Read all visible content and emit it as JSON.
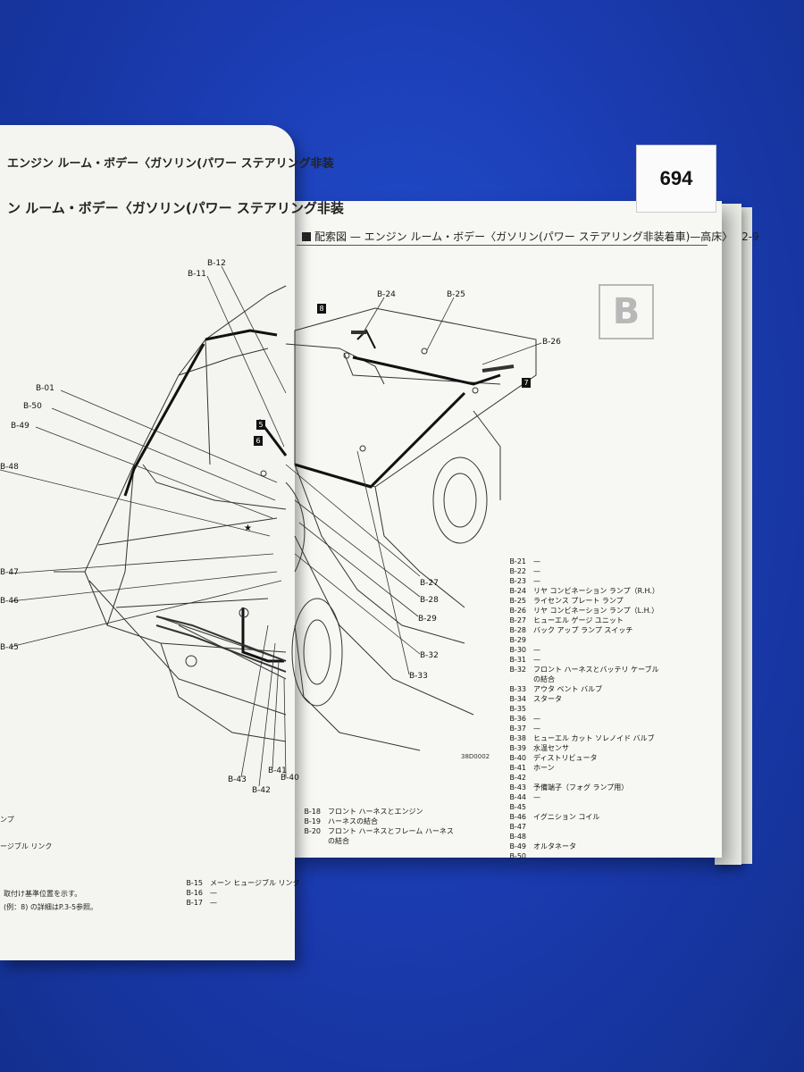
{
  "tag_number": "694",
  "left_page": {
    "header_top": "エンジン ルーム・ボデー〈ガソリン(パワー ステアリング非装",
    "header_sub": "ン ルーム・ボデー〈ガソリン(パワー ステアリング非装",
    "callouts": [
      "B-12",
      "B-11",
      "B-01",
      "B-50",
      "B-49",
      "B-48",
      "B-47",
      "B-46",
      "B-45",
      "B-43",
      "B-42",
      "B-41",
      "B-40"
    ],
    "bottom_legend": [
      {
        "code": "B-15",
        "desc": "メーン ヒュージブル リンク"
      },
      {
        "code": "B-16",
        "desc": "—"
      },
      {
        "code": "B-17",
        "desc": "—"
      }
    ],
    "notes": [
      "ージブル リンク",
      "取付け基準位置を示す。",
      "(例：8) の詳細はP.3-5参照。",
      "ンプ"
    ]
  },
  "right_page": {
    "header": "配索図 — エンジン ルーム・ボデー〈ガソリン(パワー ステアリング非装着車)—高床〉",
    "page_no": "2-9",
    "ghost_letter": "B",
    "figure_id": "38D0002",
    "markers": [
      "8",
      "7",
      "5",
      "6"
    ],
    "callouts": [
      "B-24",
      "B-25",
      "B-26",
      "B-27",
      "B-28",
      "B-29",
      "B-32",
      "B-33"
    ],
    "legend": [
      {
        "code": "B-21",
        "desc": "—"
      },
      {
        "code": "B-22",
        "desc": "—"
      },
      {
        "code": "B-23",
        "desc": "—"
      },
      {
        "code": "B-24",
        "desc": "リヤ コンビネーション ランプ（R.H.）"
      },
      {
        "code": "B-25",
        "desc": "ライセンス プレート ランプ"
      },
      {
        "code": "B-26",
        "desc": "リヤ コンビネーション ランプ（L.H.）"
      },
      {
        "code": "B-27",
        "desc": "ヒューエル ゲージ ユニット"
      },
      {
        "code": "B-28",
        "desc": "バック アップ ランプ スイッチ"
      },
      {
        "code": "B-29",
        "desc": ""
      },
      {
        "code": "B-30",
        "desc": "—"
      },
      {
        "code": "B-31",
        "desc": "—"
      },
      {
        "code": "B-32",
        "desc": "フロント ハーネスとバッテリ ケーブル"
      },
      {
        "code": "",
        "desc": "の結合"
      },
      {
        "code": "B-33",
        "desc": "アウタ ベント バルブ"
      },
      {
        "code": "B-34",
        "desc": "スタータ"
      },
      {
        "code": "B-35",
        "desc": ""
      },
      {
        "code": "B-36",
        "desc": "—"
      },
      {
        "code": "B-37",
        "desc": "—"
      },
      {
        "code": "B-38",
        "desc": "ヒューエル カット ソレノイド バルブ"
      },
      {
        "code": "B-39",
        "desc": "水温センサ"
      },
      {
        "code": "B-40",
        "desc": "ディストリビュータ"
      },
      {
        "code": "B-41",
        "desc": "ホーン"
      },
      {
        "code": "B-42",
        "desc": ""
      },
      {
        "code": "B-43",
        "desc": "予備端子（フォグ ランプ用）"
      },
      {
        "code": "B-44",
        "desc": "—"
      },
      {
        "code": "B-45",
        "desc": ""
      },
      {
        "code": "B-46",
        "desc": "イグニション コイル"
      },
      {
        "code": "B-47",
        "desc": ""
      },
      {
        "code": "B-48",
        "desc": ""
      },
      {
        "code": "B-49",
        "desc": "オルタネータ"
      },
      {
        "code": "B-50",
        "desc": ""
      }
    ],
    "bottom_legend": [
      {
        "code": "B-18",
        "desc": "フロント ハーネスとエンジン"
      },
      {
        "code": "B-19",
        "desc": "ハーネスの結合"
      },
      {
        "code": "B-20",
        "desc": "フロント ハーネスとフレーム ハーネス"
      },
      {
        "code": "",
        "desc": "の結合"
      }
    ]
  }
}
